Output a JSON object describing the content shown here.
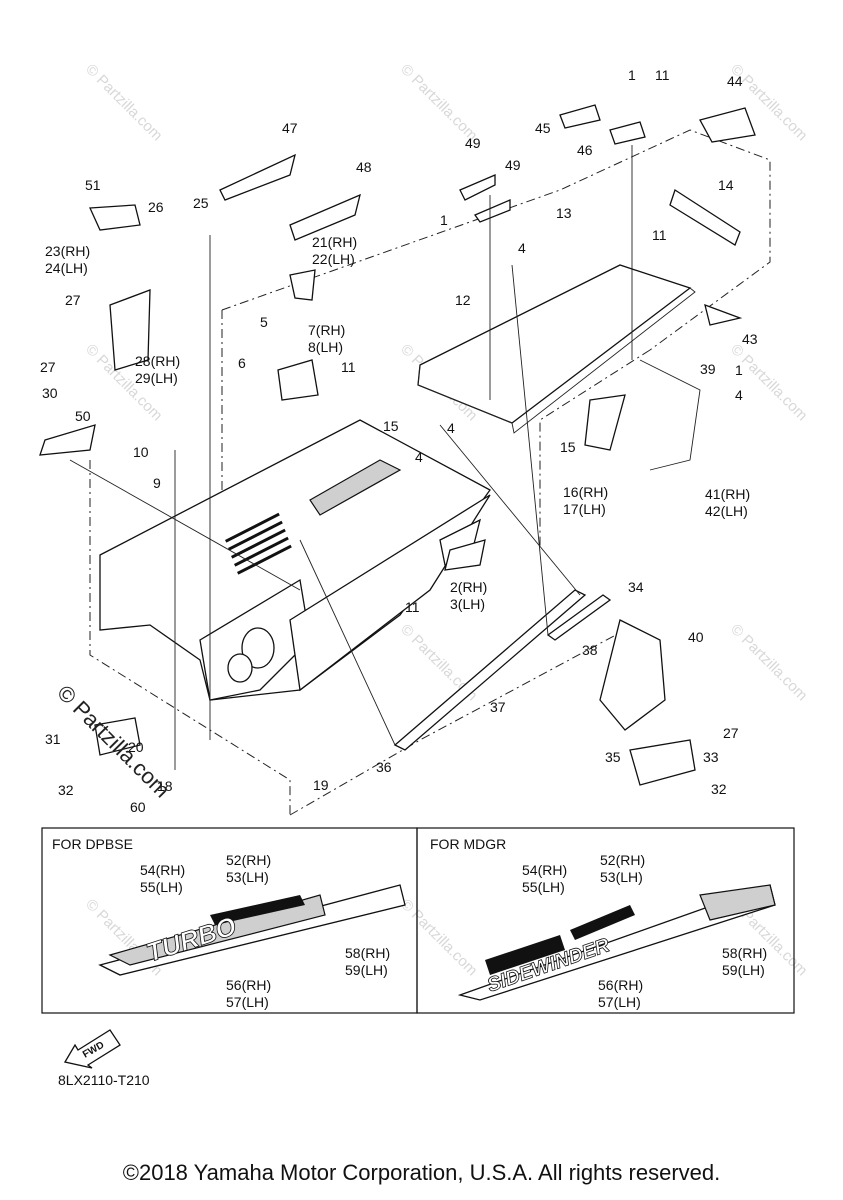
{
  "diagram": {
    "code": "8LX2110-T210",
    "copyright": "©2018 Yamaha Motor Corporation, U.S.A. All rights reserved.",
    "watermark": "© Partzilla.com",
    "side_watermark": "© Partzilla.com",
    "fwd_label": "FWD",
    "callouts": [
      {
        "id": "c1a",
        "text": "1"
      },
      {
        "id": "c11a",
        "text": "11"
      },
      {
        "id": "c44",
        "text": "44"
      },
      {
        "id": "c45",
        "text": "45"
      },
      {
        "id": "c46",
        "text": "46"
      },
      {
        "id": "c47",
        "text": "47"
      },
      {
        "id": "c48",
        "text": "48"
      },
      {
        "id": "c49a",
        "text": "49"
      },
      {
        "id": "c49b",
        "text": "49"
      },
      {
        "id": "c51",
        "text": "51"
      },
      {
        "id": "c26",
        "text": "26"
      },
      {
        "id": "c25",
        "text": "25"
      },
      {
        "id": "c14",
        "text": "14"
      },
      {
        "id": "c13",
        "text": "13"
      },
      {
        "id": "c11b",
        "text": "11"
      },
      {
        "id": "c1b",
        "text": "1"
      },
      {
        "id": "c4a",
        "text": "4"
      },
      {
        "id": "c23",
        "text": "23(RH)"
      },
      {
        "id": "c24",
        "text": "24(LH)"
      },
      {
        "id": "c21",
        "text": "21(RH)"
      },
      {
        "id": "c22",
        "text": "22(LH)"
      },
      {
        "id": "c27a",
        "text": "27"
      },
      {
        "id": "c5",
        "text": "5"
      },
      {
        "id": "c7",
        "text": "7(RH)"
      },
      {
        "id": "c8",
        "text": "8(LH)"
      },
      {
        "id": "c12",
        "text": "12"
      },
      {
        "id": "c43",
        "text": "43"
      },
      {
        "id": "c28",
        "text": "28(RH)"
      },
      {
        "id": "c29",
        "text": "29(LH)"
      },
      {
        "id": "c27b",
        "text": "27"
      },
      {
        "id": "c6",
        "text": "6"
      },
      {
        "id": "c11c",
        "text": "11"
      },
      {
        "id": "c39",
        "text": "39"
      },
      {
        "id": "c1c",
        "text": "1"
      },
      {
        "id": "c4b",
        "text": "4"
      },
      {
        "id": "c30",
        "text": "30"
      },
      {
        "id": "c50",
        "text": "50"
      },
      {
        "id": "c15a",
        "text": "15"
      },
      {
        "id": "c4c",
        "text": "4"
      },
      {
        "id": "c10",
        "text": "10"
      },
      {
        "id": "c15b",
        "text": "15"
      },
      {
        "id": "c4d",
        "text": "4"
      },
      {
        "id": "c9",
        "text": "9"
      },
      {
        "id": "c16",
        "text": "16(RH)"
      },
      {
        "id": "c17",
        "text": "17(LH)"
      },
      {
        "id": "c41",
        "text": "41(RH)"
      },
      {
        "id": "c42",
        "text": "42(LH)"
      },
      {
        "id": "c2",
        "text": "2(RH)"
      },
      {
        "id": "c3",
        "text": "3(LH)"
      },
      {
        "id": "c34",
        "text": "34"
      },
      {
        "id": "c11d",
        "text": "11"
      },
      {
        "id": "c40",
        "text": "40"
      },
      {
        "id": "c38",
        "text": "38"
      },
      {
        "id": "c37",
        "text": "37"
      },
      {
        "id": "c31",
        "text": "31"
      },
      {
        "id": "c20",
        "text": "20"
      },
      {
        "id": "c27c",
        "text": "27"
      },
      {
        "id": "c35",
        "text": "35"
      },
      {
        "id": "c33",
        "text": "33"
      },
      {
        "id": "c36",
        "text": "36"
      },
      {
        "id": "c18",
        "text": "18"
      },
      {
        "id": "c32a",
        "text": "32"
      },
      {
        "id": "c32b",
        "text": "32"
      },
      {
        "id": "c60",
        "text": "60"
      },
      {
        "id": "c19",
        "text": "19"
      }
    ],
    "insets": [
      {
        "title": "FOR DPBSE",
        "labels": [
          "54(RH)",
          "55(LH)",
          "52(RH)",
          "53(LH)",
          "58(RH)",
          "59(LH)",
          "56(RH)",
          "57(LH)"
        ],
        "decal_text": "TURBO"
      },
      {
        "title": "FOR MDGR",
        "labels": [
          "54(RH)",
          "55(LH)",
          "52(RH)",
          "53(LH)",
          "58(RH)",
          "59(LH)",
          "56(RH)",
          "57(LH)"
        ],
        "decal_text": "SIDEWINDER"
      }
    ]
  }
}
